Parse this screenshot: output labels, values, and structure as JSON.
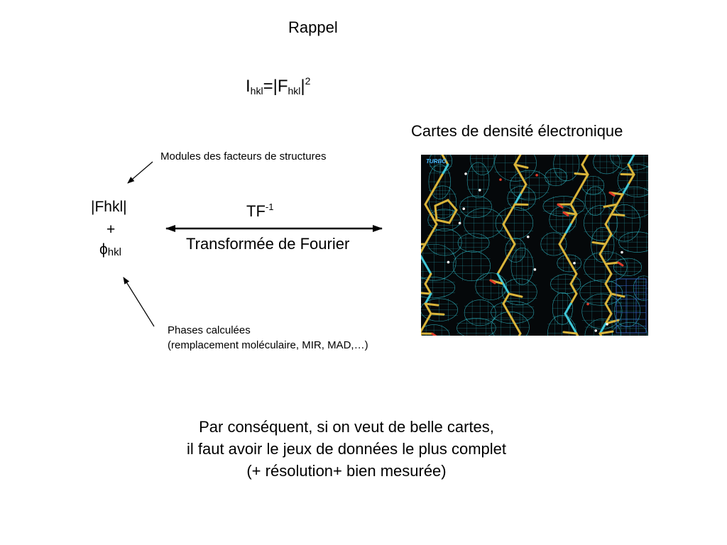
{
  "title": "Rappel",
  "formula": {
    "I": "I",
    "sub1": "hkl",
    "eq": "=|F",
    "sub2": "hkl",
    "bar": "|",
    "sup": "2"
  },
  "map_title": "Cartes de densité électronique",
  "modules_label": "Modules des facteurs de structures",
  "left_stack": {
    "fhkl": "|Fhkl|",
    "plus": "+",
    "phi": "ϕ",
    "phi_sub": "hkl"
  },
  "tf": {
    "label": "TF",
    "sup": "-1"
  },
  "fourier_label": "Transformée de Fourier",
  "phases": {
    "line1": "Phases calculées",
    "line2": "(remplacement moléculaire, MIR, MAD,…)"
  },
  "map_logo": "TURBO",
  "conclusion": {
    "line1": "Par conséquent, si on veut de belle cartes,",
    "line2": "il faut avoir le jeux de données le plus complet",
    "line3": "(+ résolution+ bien mesurée)"
  },
  "colors": {
    "mesh": "#2fb7c4",
    "stick_carbon": "#d9b43a",
    "stick_nitrogen": "#3fc6d6",
    "stick_oxygen": "#e03a2a",
    "map_bg": "#05080a"
  }
}
